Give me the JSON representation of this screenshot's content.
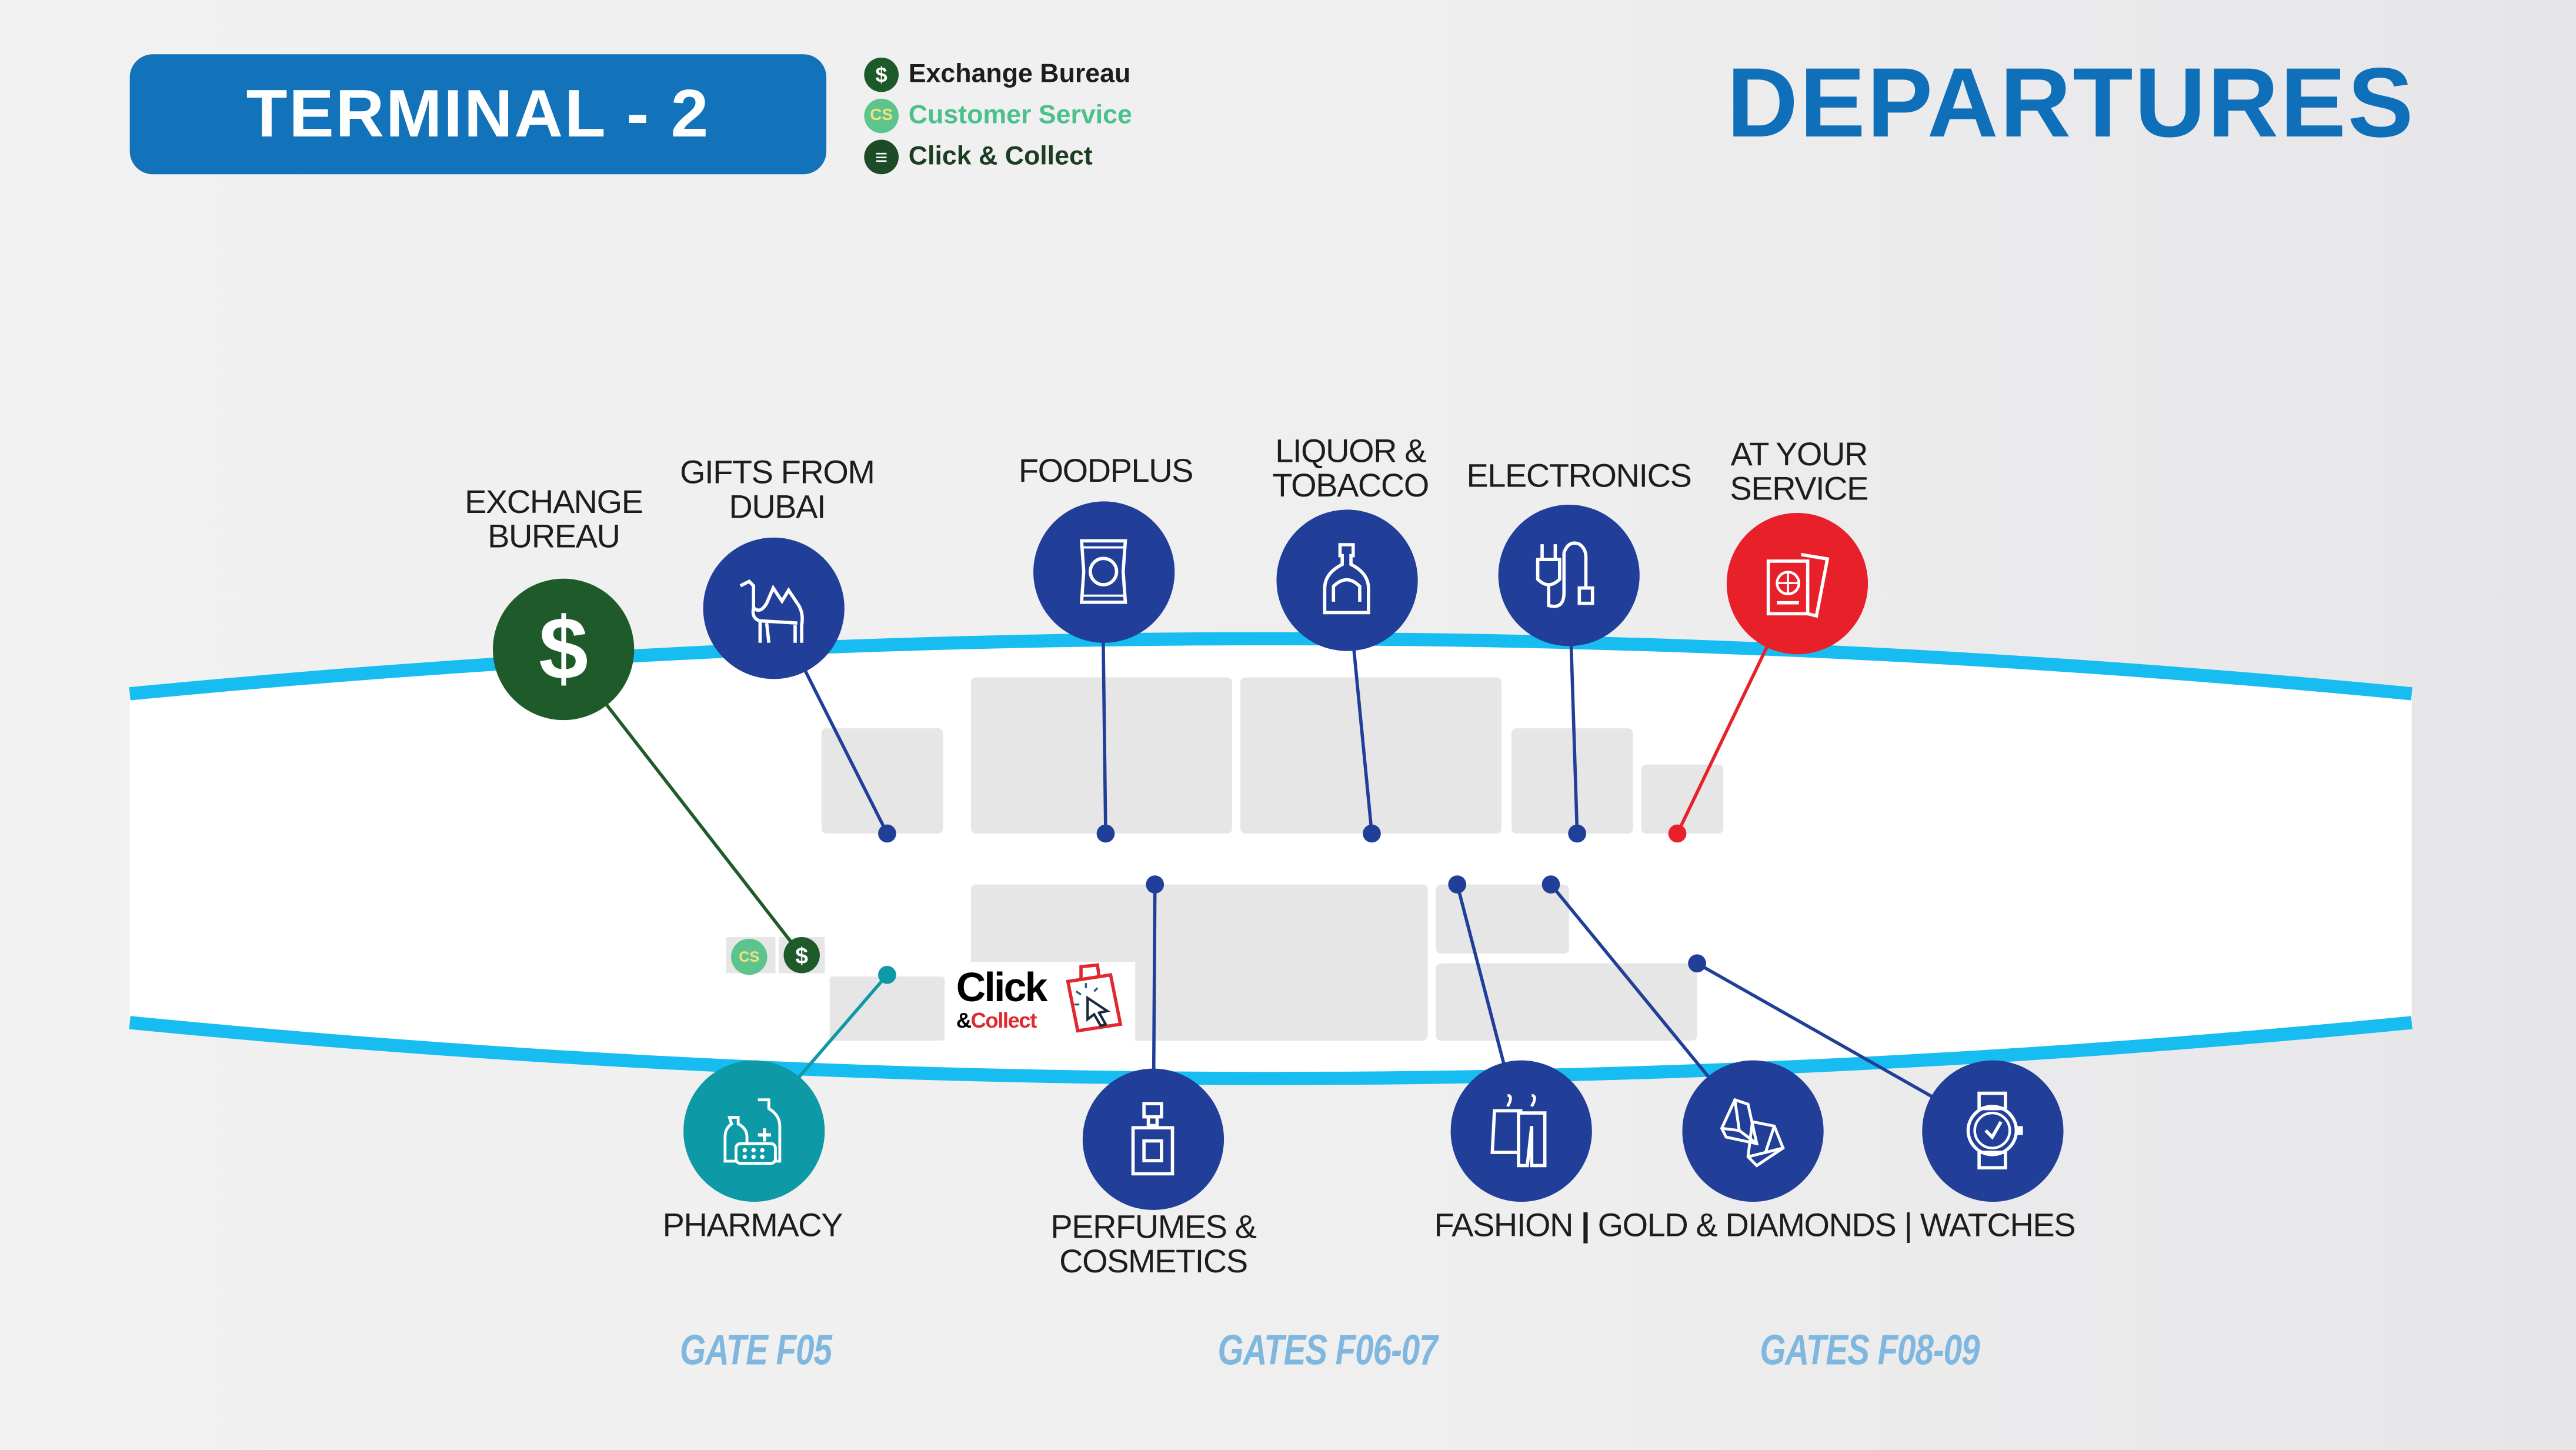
{
  "header": {
    "terminal_title": "TERMINAL - 2",
    "page_title": "DEPARTURES"
  },
  "legend": [
    {
      "label": "Exchange Bureau",
      "icon": "dollar-icon",
      "glyph": "$",
      "color": "#1d5a2a",
      "text_color": "#1d1d1d"
    },
    {
      "label": "Customer Service",
      "icon": "customer-service-icon",
      "glyph": "CS",
      "color": "#5ec48e",
      "text_color": "#4cc08a"
    },
    {
      "label": "Click & Collect",
      "icon": "click-collect-icon",
      "glyph": "≡",
      "color": "#1d4a27",
      "text_color": "#1d3d22"
    }
  ],
  "shops": {
    "exchange_bureau": {
      "label_line1": "EXCHANGE",
      "label_line2": "BUREAU",
      "icon": "dollar-icon",
      "color": "#1f5a2b"
    },
    "gifts_from_dubai": {
      "label_line1": "GIFTS FROM",
      "label_line2": "DUBAI",
      "icon": "camel-icon",
      "color": "#213f99"
    },
    "foodplus": {
      "label_line1": "FOODPLUS",
      "icon": "snack-bag-icon",
      "color": "#213f99"
    },
    "liquor_tobacco": {
      "label_line1": "LIQUOR &",
      "label_line2": "TOBACCO",
      "icon": "bottle-icon",
      "color": "#213f99"
    },
    "electronics": {
      "label_line1": "ELECTRONICS",
      "icon": "plug-icon",
      "color": "#213f99"
    },
    "at_your_service": {
      "label_line1": "AT YOUR",
      "label_line2": "SERVICE",
      "icon": "passport-icon",
      "color": "#e8202a"
    },
    "pharmacy": {
      "label_line1": "PHARMACY",
      "icon": "medicine-icon",
      "color": "#0e99a6"
    },
    "perfumes_cosmetics": {
      "label_line1": "PERFUMES &",
      "label_line2": "COSMETICS",
      "icon": "perfume-icon",
      "color": "#213f99"
    },
    "fashion": {
      "label_line1": "FASHION",
      "icon": "clothes-hanger-icon",
      "color": "#213f99"
    },
    "gold_diamonds": {
      "label_line1": "GOLD & DIAMONDS",
      "icon": "diamond-icon",
      "color": "#213f99"
    },
    "watches": {
      "label_line1": "WATCHES",
      "icon": "watch-icon",
      "color": "#213f99"
    }
  },
  "bottom_label_separator": "|",
  "small_markers": {
    "customer_service": "CS",
    "exchange": "$"
  },
  "click_collect_logo": {
    "line1": "Click",
    "amp": "&",
    "line2": "Collect"
  },
  "gates": [
    {
      "label": "GATE F05"
    },
    {
      "label": "GATES F06-07"
    },
    {
      "label": "GATES F08-09"
    }
  ],
  "colors": {
    "brand_blue": "#1272ba",
    "corridor_edge": "#17bdf0",
    "shop_blue": "#213f99",
    "exchange_green": "#1f5a2b",
    "service_red": "#e8202a",
    "pharmacy_teal": "#0e99a6",
    "gate_text": "#7fb7df"
  }
}
